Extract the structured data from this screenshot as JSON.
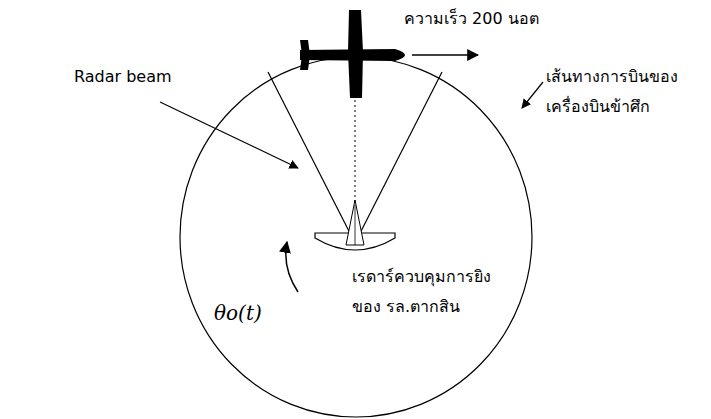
{
  "diagram": {
    "labels": [
      "ความเร็ว 200 นอต",
      "Radar beam",
      "เส้นทางการบินของ เครื่องบินข้าศึก",
      "θo(t)",
      "เรดาร์ควบคุมการยิง ของ รล.ตากสิน"
    ]
  }
}
